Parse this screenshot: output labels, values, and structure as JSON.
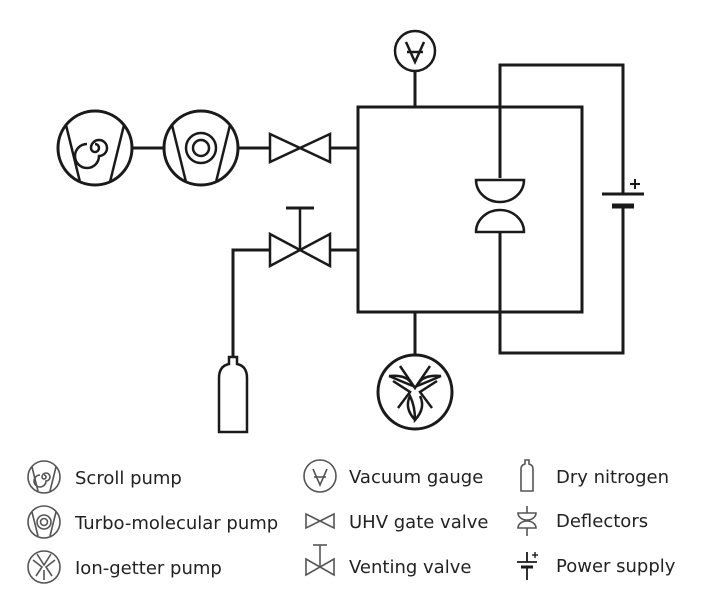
{
  "colors": {
    "line": "#1a1a1a",
    "symbol": "#555555",
    "text": "#222222",
    "background": "#ffffff"
  },
  "diagram": {
    "components": [
      {
        "id": "scroll-pump",
        "icon": "scroll-pump-icon"
      },
      {
        "id": "turbo-molecular-pump",
        "icon": "turbo-pump-icon"
      },
      {
        "id": "uhv-gate-valve",
        "icon": "gate-valve-icon"
      },
      {
        "id": "venting-valve",
        "icon": "venting-valve-icon"
      },
      {
        "id": "dry-nitrogen-bottle",
        "icon": "gas-bottle-icon"
      },
      {
        "id": "vacuum-gauge",
        "icon": "vacuum-gauge-icon"
      },
      {
        "id": "vacuum-chamber",
        "icon": "chamber-box"
      },
      {
        "id": "deflectors",
        "icon": "deflectors-icon"
      },
      {
        "id": "power-supply",
        "icon": "battery-icon"
      },
      {
        "id": "ion-getter-pump",
        "icon": "ion-getter-pump-icon"
      }
    ]
  },
  "legend": {
    "scroll_pump": "Scroll pump",
    "turbo_pump": "Turbo-molecular pump",
    "ion_getter_pump": "Ion-getter pump",
    "vacuum_gauge": "Vacuum gauge",
    "uhv_gate_valve": "UHV gate valve",
    "venting_valve": "Venting valve",
    "dry_nitrogen": "Dry nitrogen",
    "deflectors": "Deflectors",
    "power_supply": "Power supply"
  }
}
